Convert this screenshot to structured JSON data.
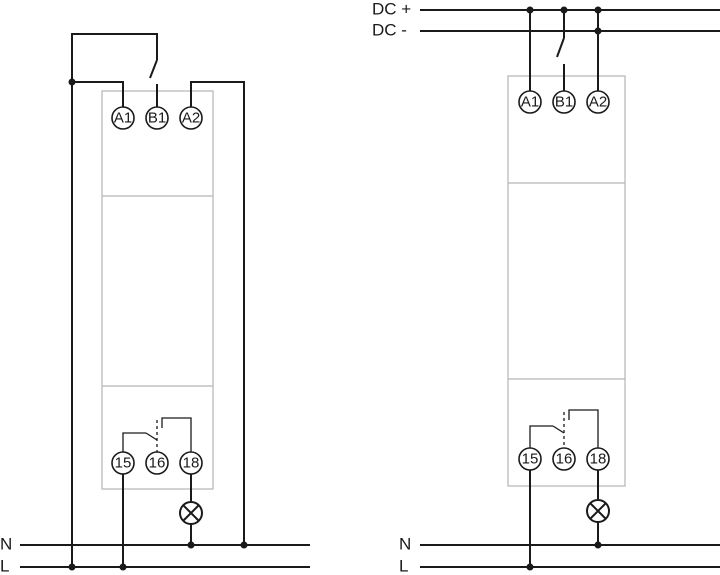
{
  "left_diagram": {
    "rail_labels": {
      "neutral": "N",
      "line": "L"
    },
    "top_terminals": [
      "A1",
      "B1",
      "A2"
    ],
    "bottom_terminals": [
      "15",
      "16",
      "18"
    ]
  },
  "right_diagram": {
    "rail_labels": {
      "dc_plus": "DC +",
      "dc_minus": "DC -",
      "neutral": "N",
      "line": "L"
    },
    "top_terminals": [
      "A1",
      "B1",
      "A2"
    ],
    "bottom_terminals": [
      "15",
      "16",
      "18"
    ]
  }
}
